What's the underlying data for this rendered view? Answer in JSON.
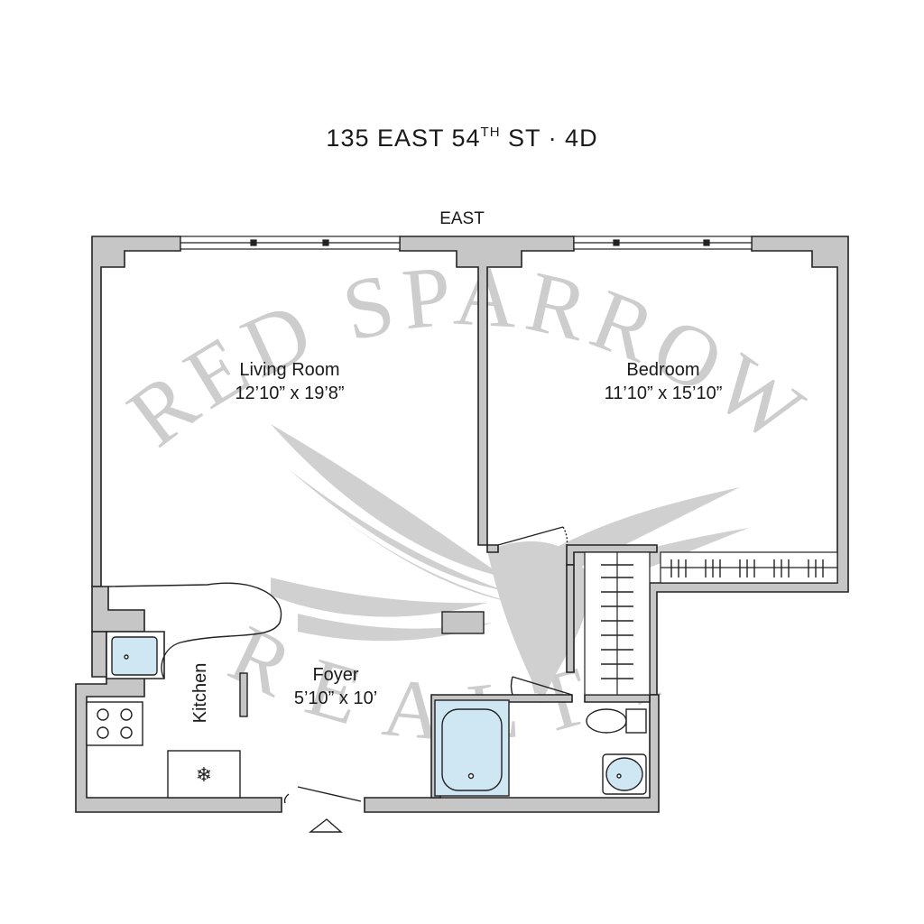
{
  "header": {
    "address": "135 EAST 54",
    "ordinal": "TH",
    "suffix": " ST · 4D"
  },
  "orientation": "EAST",
  "rooms": {
    "living": {
      "name": "Living Room",
      "dims": "12’10” x 19’8”"
    },
    "bedroom": {
      "name": "Bedroom",
      "dims": "11’10” x 15’10”"
    },
    "foyer": {
      "name": "Foyer",
      "dims": "5’10” x 10’"
    },
    "kitchen": {
      "name": "Kitchen"
    }
  },
  "watermark": {
    "line1": "RED SPARROW",
    "line2": "REALTY"
  },
  "colors": {
    "wall": "#c6c6c6",
    "fixture": "#cfe6f3",
    "line": "#222222",
    "watermark": "#c8c8c8"
  },
  "icons": [
    "snowflake-icon",
    "entrance-arrow-icon",
    "eagle-watermark-icon"
  ]
}
